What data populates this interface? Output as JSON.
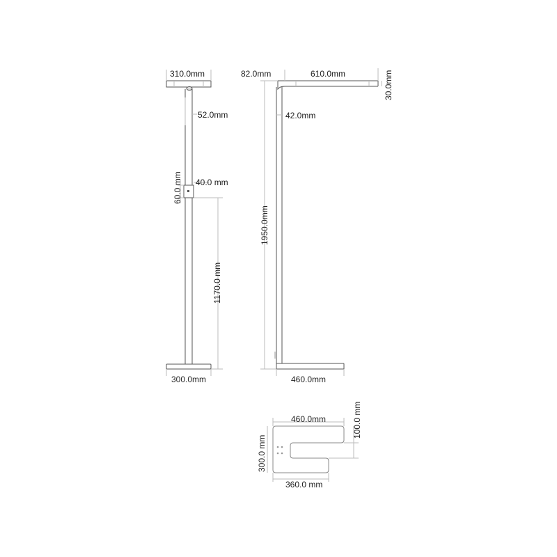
{
  "drawing": {
    "front_view": {
      "head_width": "310.0mm",
      "pole_width": "52.0mm",
      "switch_width": "40.0 mm",
      "switch_height": "60.0 mm",
      "switch_to_floor": "1170.0 mm",
      "base_width": "300.0mm"
    },
    "side_view": {
      "head_offset": "82.0mm",
      "head_length": "610.0mm",
      "head_thickness": "30.0mm",
      "pole_width": "42.0mm",
      "total_height": "1950.0mm",
      "base_depth": "460.0mm"
    },
    "base_top_view": {
      "length": "460.0mm",
      "slot_width": "100.0 mm",
      "width": "300.0 mm",
      "slot_depth": "360.0 mm"
    }
  },
  "colors": {
    "line": "#555555",
    "dim_line": "#bbbbbb",
    "text": "#222222"
  }
}
